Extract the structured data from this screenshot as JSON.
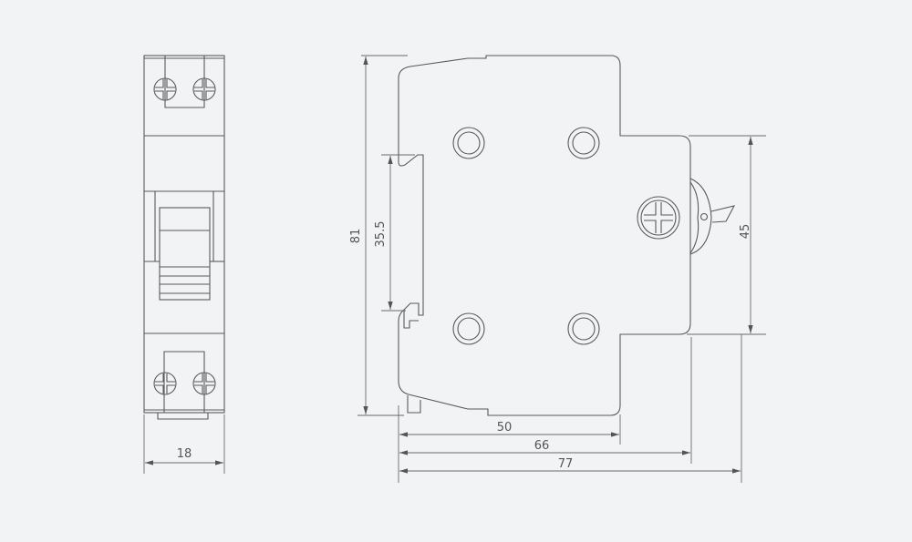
{
  "drawing": {
    "front_view": {
      "width_label": "18"
    },
    "side_view": {
      "height_label": "81",
      "rail_label": "35.5",
      "front_height_label": "45",
      "depth_labels": [
        "50",
        "66",
        "77"
      ]
    }
  },
  "colors": {
    "background": "#f2f3f5",
    "line": "#5a5a5a"
  }
}
